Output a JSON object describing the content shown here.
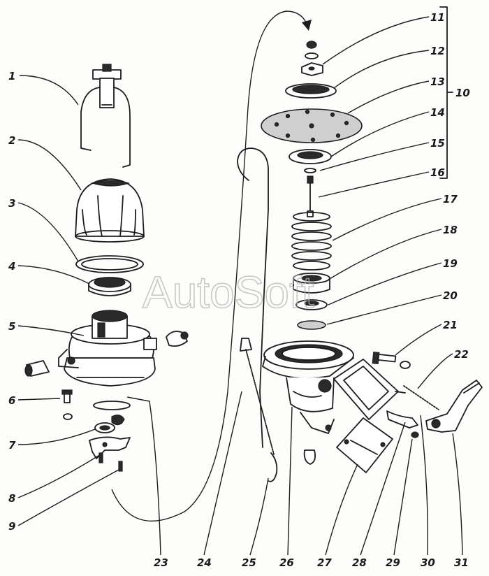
{
  "watermark": "AutoSoft",
  "group_label": "10",
  "callouts_left": [
    "1",
    "2",
    "3",
    "4",
    "5",
    "6",
    "7",
    "8",
    "9"
  ],
  "callouts_right": [
    "11",
    "12",
    "13",
    "14",
    "15",
    "16",
    "17",
    "18",
    "19",
    "20",
    "21",
    "22"
  ],
  "callouts_bottom": [
    "23",
    "24",
    "25",
    "26",
    "27",
    "28",
    "29",
    "30",
    "31"
  ]
}
